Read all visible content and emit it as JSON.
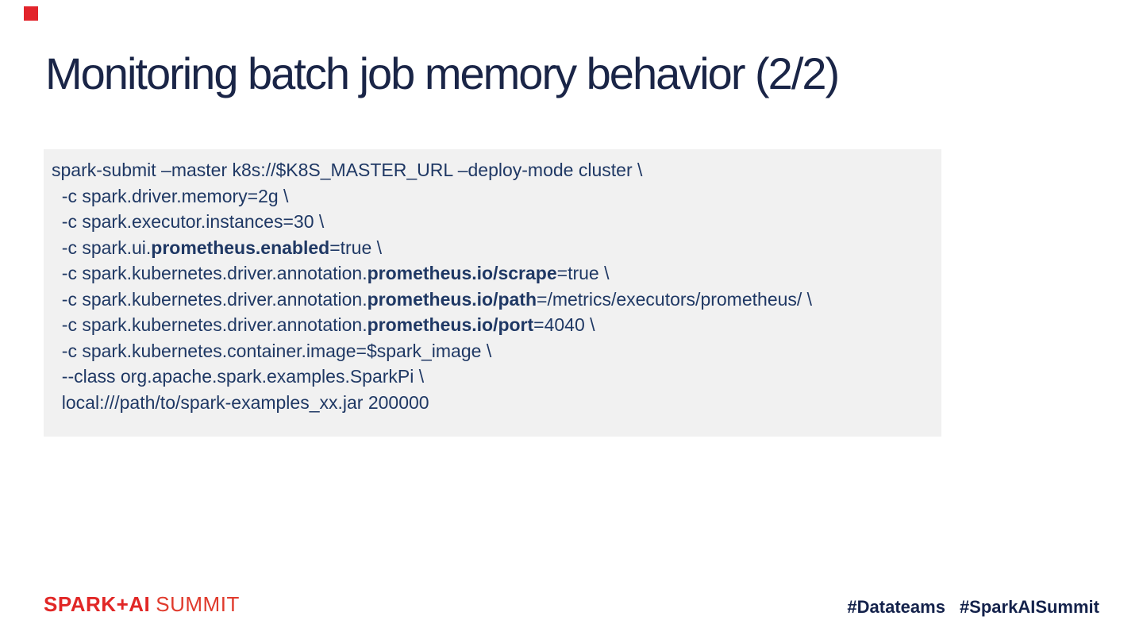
{
  "slide": {
    "title": "Monitoring batch job memory behavior (2/2)"
  },
  "brand": {
    "accent_red": "#e2242b",
    "navy": "#1a2547",
    "logo_primary": "SPARK+AI",
    "logo_secondary": "SUMMIT"
  },
  "footer": {
    "hashtag_1": "#Datateams",
    "hashtag_2": "#SparkAISummit"
  },
  "code_block": {
    "background": "#f1f1f1",
    "text_color": "#1f3864",
    "lines": [
      {
        "pre": "spark-submit –master k8s://$K8S_MASTER_URL –deploy-mode cluster \\",
        "bold": "",
        "post": ""
      },
      {
        "pre": "  -c spark.driver.memory=2g \\",
        "bold": "",
        "post": ""
      },
      {
        "pre": "  -c spark.executor.instances=30 \\",
        "bold": "",
        "post": ""
      },
      {
        "pre": "  -c spark.ui.",
        "bold": "prometheus.enabled",
        "post": "=true \\"
      },
      {
        "pre": "  -c spark.kubernetes.driver.annotation.",
        "bold": "prometheus.io/scrape",
        "post": "=true \\"
      },
      {
        "pre": "  -c spark.kubernetes.driver.annotation.",
        "bold": "prometheus.io/path",
        "post": "=/metrics/executors/prometheus/ \\"
      },
      {
        "pre": "  -c spark.kubernetes.driver.annotation.",
        "bold": "prometheus.io/port",
        "post": "=4040 \\"
      },
      {
        "pre": "  -c spark.kubernetes.container.image=$spark_image \\",
        "bold": "",
        "post": ""
      },
      {
        "pre": "  --class org.apache.spark.examples.SparkPi \\",
        "bold": "",
        "post": ""
      },
      {
        "pre": "  local:///path/to/spark-examples_xx.jar 200000",
        "bold": "",
        "post": ""
      }
    ]
  }
}
